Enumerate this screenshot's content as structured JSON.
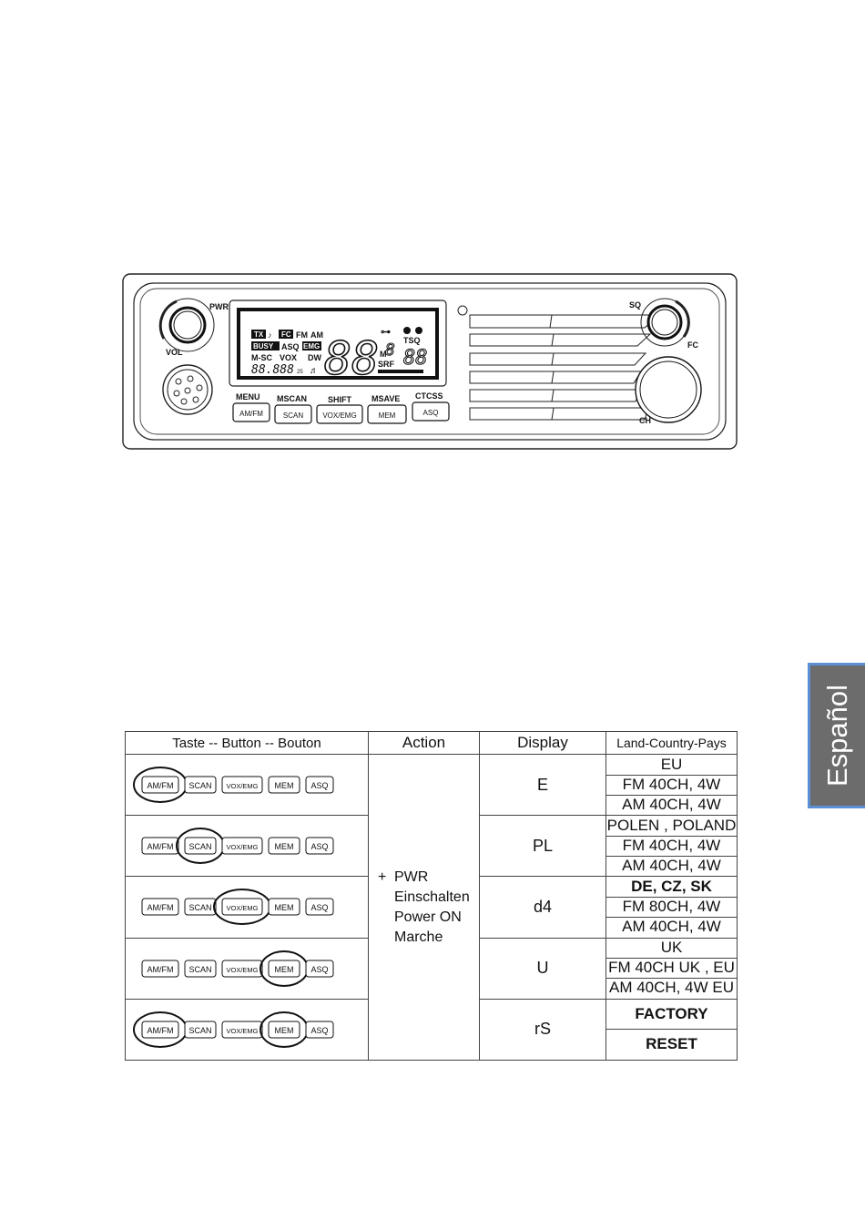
{
  "radio": {
    "knob_labels": {
      "pwr": "PWR",
      "vol": "VOL",
      "sq": "SQ",
      "fc": "FC",
      "ch": "CH"
    },
    "lcd": {
      "tx": "TX",
      "fc": "FC",
      "fm": "FM",
      "am": "AM",
      "busy": "BUSY",
      "asq": "ASQ",
      "emg": "EMG",
      "msc": "M-SC",
      "vox": "VOX",
      "dw": "DW",
      "big_digits": "88",
      "freq": "88.888",
      "freq_suffix": "25",
      "mem_letter": "M",
      "mem_digit": "8",
      "tsq": "TSQ",
      "tsq_digits": "88",
      "srf": "SRF"
    },
    "buttons": [
      {
        "top": "MENU",
        "label": "AM/FM"
      },
      {
        "top": "MSCAN",
        "label": "SCAN"
      },
      {
        "top": "SHIFT",
        "label": "VOX/EMG"
      },
      {
        "top": "MSAVE",
        "label": "MEM"
      },
      {
        "top": "CTCSS",
        "label": "ASQ"
      }
    ]
  },
  "side_tab": {
    "label": "Español"
  },
  "table": {
    "headers": {
      "button": "Taste -- Button -- Bouton",
      "action": "Action",
      "display": "Display",
      "country": "Land-Country-Pays"
    },
    "button_labels": [
      "AM/FM",
      "SCAN",
      "VOX/EMG",
      "MEM",
      "ASQ"
    ],
    "action": {
      "plus": "+",
      "line1": "PWR",
      "line2": "Einschalten",
      "line3": "Power ON",
      "line4": "Marche"
    },
    "rows": [
      {
        "circled": [
          0
        ],
        "display": "E",
        "country": [
          "EU",
          "FM 40CH, 4W",
          "AM 40CH, 4W"
        ]
      },
      {
        "circled": [
          1
        ],
        "display": "PL",
        "country": [
          "POLEN , POLAND",
          "FM 40CH, 4W",
          "AM 40CH, 4W"
        ]
      },
      {
        "circled": [
          2
        ],
        "display": "d4",
        "country": [
          "DE, CZ, SK",
          "FM 80CH, 4W",
          "AM 40CH, 4W"
        ]
      },
      {
        "circled": [
          3
        ],
        "display": "U",
        "country": [
          "UK",
          "FM 40CH UK , EU",
          "AM 40CH, 4W EU"
        ]
      },
      {
        "circled": [
          0,
          3
        ],
        "display": "rS",
        "country": [
          "FACTORY",
          "RESET"
        ]
      }
    ]
  }
}
